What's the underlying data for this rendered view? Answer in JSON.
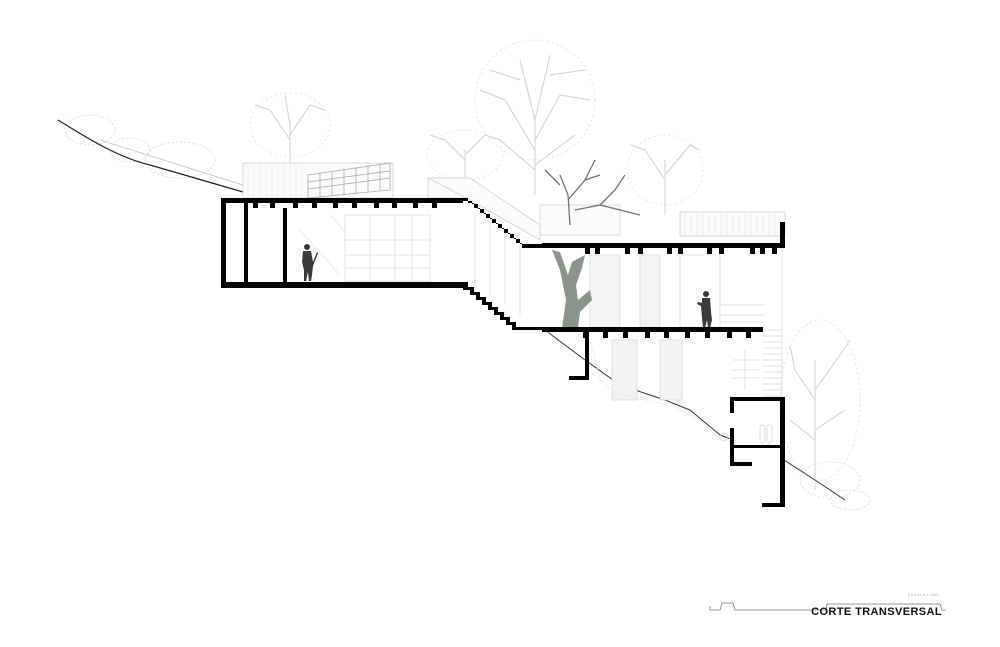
{
  "drawing": {
    "type": "architectural-section",
    "title": "CORTE TRANSVERSAL",
    "scale_label": "ESCALA 1:100",
    "colors": {
      "structure": "#000000",
      "background": "#ffffff",
      "vegetation": "#c8c8c8",
      "tree_section": "#8a938c",
      "figure": "#3a3a3a",
      "ground_line": "#222222",
      "light_lines": "#d0d0d0"
    },
    "levels": [
      {
        "name": "upper-level",
        "description": "Upper floor volume with glazed facade and standing figure"
      },
      {
        "name": "middle-level",
        "description": "Middle floor with tree through courtyard and standing figure"
      },
      {
        "name": "lower-level",
        "description": "Lower floor slab cantilevered over slope"
      },
      {
        "name": "basement",
        "description": "Small basement room with retaining wall"
      }
    ],
    "figures": [
      {
        "name": "person-upper",
        "level": "upper-level"
      },
      {
        "name": "person-middle",
        "level": "middle-level"
      }
    ],
    "elements": [
      "sloped-terrain",
      "staircase-upper",
      "staircase-lower",
      "roof-pergola",
      "background-trees",
      "section-tree"
    ]
  }
}
